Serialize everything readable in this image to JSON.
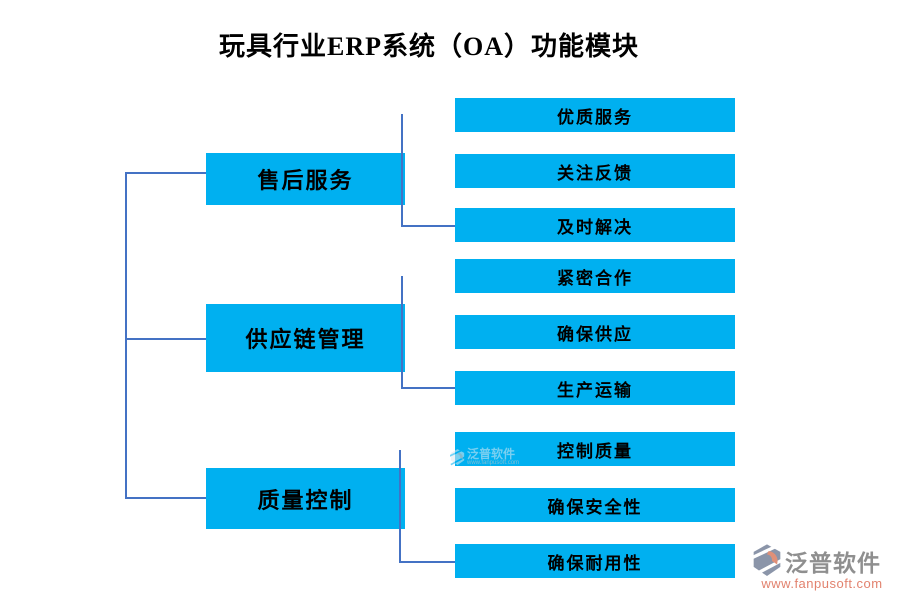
{
  "title": "玩具行业ERP系统（OA）功能模块",
  "colors": {
    "node_fill": "#00B0F0",
    "connector_line": "#4472C4",
    "node_text": "#000000",
    "watermark_brand": "#8f8f8f",
    "watermark_url": "#E2826E"
  },
  "groups": [
    {
      "category": "售后服务",
      "items": [
        "优质服务",
        "关注反馈",
        "及时解决"
      ]
    },
    {
      "category": "供应链管理",
      "items": [
        "紧密合作",
        "确保供应",
        "生产运输"
      ]
    },
    {
      "category": "质量控制",
      "items": [
        "控制质量",
        "确保安全性",
        "确保耐用性"
      ]
    }
  ],
  "watermark": {
    "brand": "泛普软件",
    "url": "www.fanpusoft.com"
  },
  "inner_watermark": {
    "brand": "泛普软件",
    "url": "www.fanpusoft.com"
  }
}
